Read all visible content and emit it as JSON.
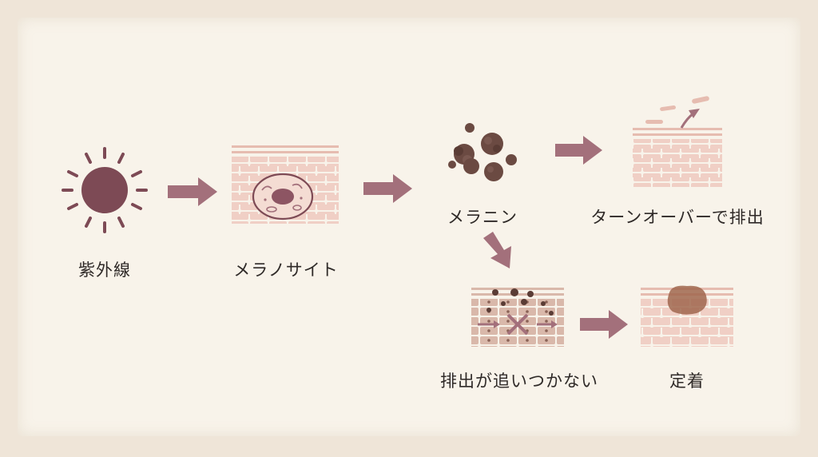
{
  "labels": {
    "uv": "紫外線",
    "melanocyte": "メラノサイト",
    "melanin": "メラニン",
    "turnover": "ターンオーバーで排出",
    "backlog": "排出が追いつかない",
    "fixation": "定着"
  },
  "colors": {
    "sun": "#7d4a55",
    "arrow": "#a3707b",
    "skin": "#f0cfc5",
    "skin_line": "#e6bcb0",
    "melanin": "#6b4a42",
    "spot": "#a0664d",
    "background": "#f8f3ea"
  },
  "icons": [
    "sun-icon",
    "melanocyte-cell-icon",
    "melanin-granules-icon",
    "skin-shedding-icon",
    "blocked-skin-icon",
    "pigment-spot-icon"
  ]
}
